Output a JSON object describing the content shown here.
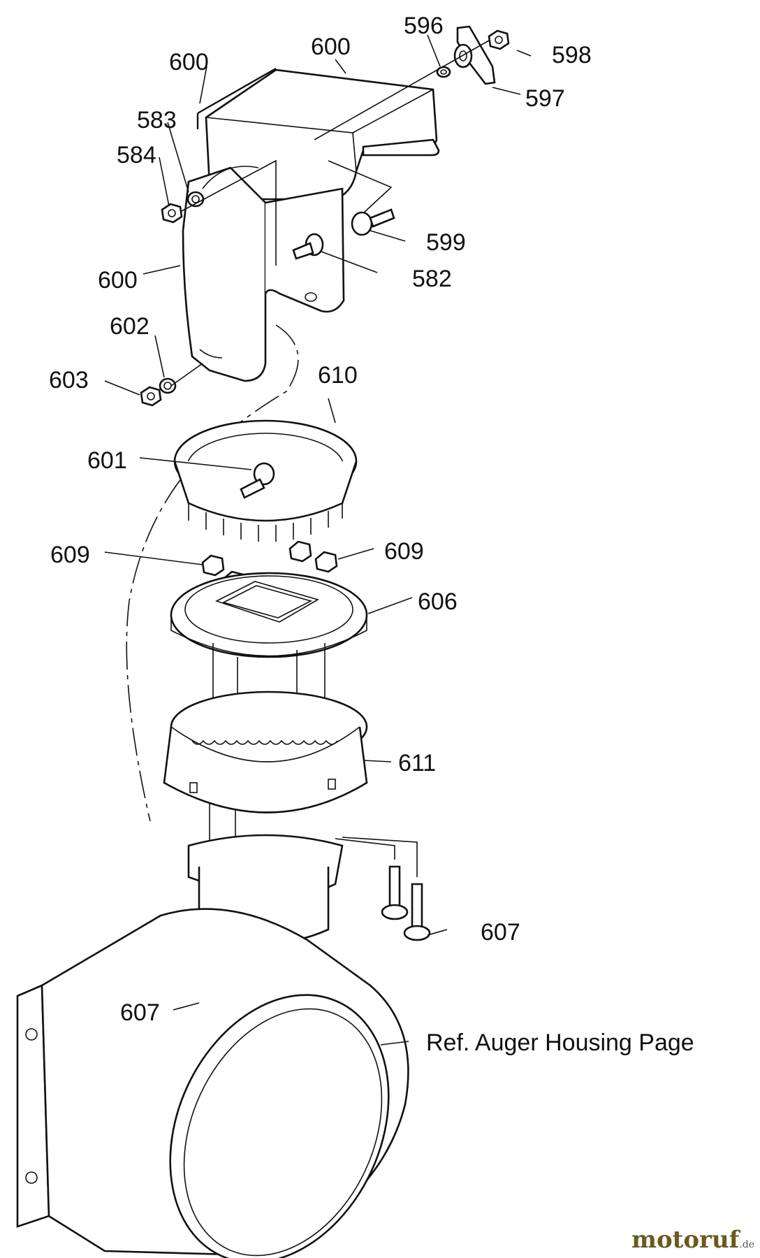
{
  "diagram": {
    "callouts": [
      {
        "id": "c600a",
        "text": "600"
      },
      {
        "id": "c600b",
        "text": "600"
      },
      {
        "id": "c596",
        "text": "596"
      },
      {
        "id": "c598",
        "text": "598"
      },
      {
        "id": "c597",
        "text": "597"
      },
      {
        "id": "c583",
        "text": "583"
      },
      {
        "id": "c584",
        "text": "584"
      },
      {
        "id": "c599",
        "text": "599"
      },
      {
        "id": "c582",
        "text": "582"
      },
      {
        "id": "c600c",
        "text": "600"
      },
      {
        "id": "c602",
        "text": "602"
      },
      {
        "id": "c603",
        "text": "603"
      },
      {
        "id": "c610",
        "text": "610"
      },
      {
        "id": "c601",
        "text": "601"
      },
      {
        "id": "c609a",
        "text": "609"
      },
      {
        "id": "c609b",
        "text": "609"
      },
      {
        "id": "c606",
        "text": "606"
      },
      {
        "id": "c611",
        "text": "611"
      },
      {
        "id": "c607a",
        "text": "607"
      },
      {
        "id": "c607b",
        "text": "607"
      }
    ],
    "reference_note": "Ref. Auger Housing Page"
  },
  "watermark": {
    "brand": "motoruf",
    "suffix": ".de"
  },
  "colors": {
    "ink": "#111111",
    "watermark": "#6a5a1e"
  }
}
